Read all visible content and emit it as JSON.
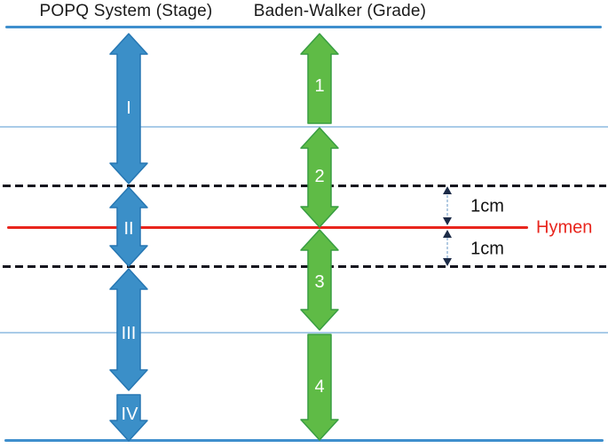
{
  "figure": {
    "popq": {
      "header": "POPQ System (Stage)",
      "stages": [
        "I",
        "II",
        "III",
        "IV"
      ]
    },
    "baden_walker": {
      "header": "Baden-Walker (Grade)",
      "grades": [
        "1",
        "2",
        "3",
        "4"
      ]
    },
    "hymen_label": "Hymen",
    "measurements": {
      "above_hymen": "1cm",
      "below_hymen": "1cm"
    }
  },
  "colors": {
    "popq_arrow": "#3b8fc8",
    "popq_arrow_border": "#2677b3",
    "baden_arrow": "#5fbb46",
    "baden_arrow_border": "#389e41",
    "hymen_line": "#e8251d",
    "solid_boundary_line": "#3f8fcd",
    "light_reference_line": "#a9cbe8",
    "dashed_line": "#16161f",
    "measure_arrow": "#1c2b47",
    "header_text": "#1a1a1a"
  }
}
